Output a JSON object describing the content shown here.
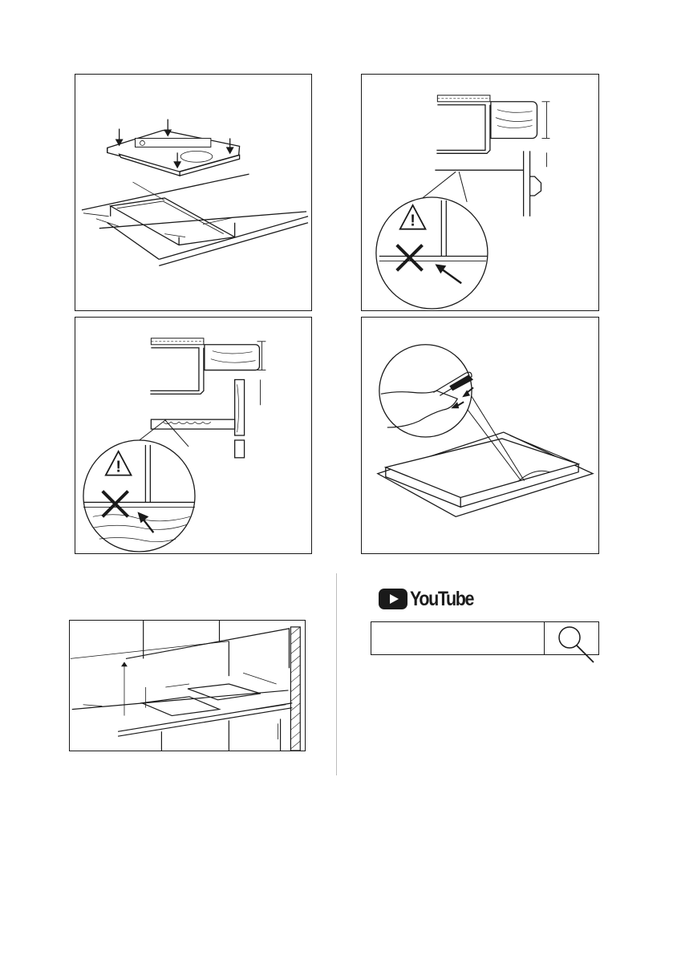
{
  "page": {
    "figures": [
      {
        "id": "hob-placement",
        "icon": "hob-level-and-cutout-diagram"
      },
      {
        "id": "edge-gap-warning",
        "icon": "warning-edge-gap-diagram"
      },
      {
        "id": "wood-drawer-warning",
        "icon": "warning-drawer-diagram"
      },
      {
        "id": "seal-strip",
        "icon": "seal-strip-diagram"
      },
      {
        "id": "cutout-dimensions",
        "icon": "kitchen-cutout-diagram"
      }
    ],
    "warning_symbol": "!",
    "colors": {
      "ink": "#1a1a1a",
      "divider": "#bdbdbd"
    }
  },
  "youtube": {
    "logo_text": "YouTube",
    "logo_icon": "play-icon",
    "search_placeholder": "",
    "search_icon": "magnifier-icon"
  }
}
